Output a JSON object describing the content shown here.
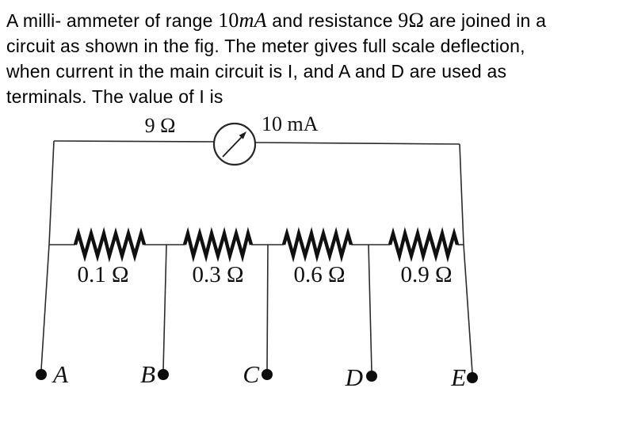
{
  "question": {
    "l1": [
      {
        "t": "A milli- ammeter of range "
      },
      {
        "t": "10"
      },
      {
        "t": "mA"
      },
      {
        "t": " and resistance "
      },
      {
        "t": "9"
      },
      {
        "t": "Ω"
      },
      {
        "t": " are joined in a"
      }
    ],
    "l2": "circuit as shown in the fig. The meter gives full scale deflection,",
    "l3": "when current in the main circuit is I, and A and D are used as",
    "l4": "terminals. The value of I is"
  },
  "circuit": {
    "meter": {
      "resistance": "9 Ω",
      "range": "10 mA"
    },
    "resistors": [
      {
        "label": "0.1 Ω"
      },
      {
        "label": "0.3 Ω"
      },
      {
        "label": "0.6 Ω"
      },
      {
        "label": "0.9 Ω"
      }
    ],
    "terminals": [
      {
        "label": "A"
      },
      {
        "label": "B"
      },
      {
        "label": "C"
      },
      {
        "label": "D"
      },
      {
        "label": "E"
      }
    ]
  },
  "colors": {
    "ink": "#1c1c1c",
    "paper": "#ffffff"
  }
}
